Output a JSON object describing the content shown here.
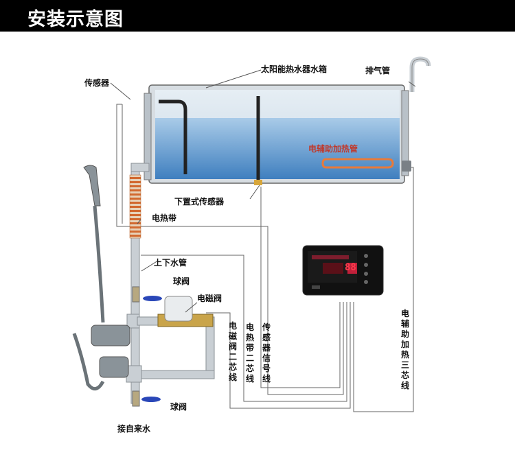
{
  "header": {
    "title": "安装示意图"
  },
  "labels": {
    "tank": "太阳能热水器水箱",
    "vent": "排气管",
    "sensor": "传感器",
    "aux_heater": "电辅助加热管",
    "bottom_sensor": "下置式传感器",
    "heat_tape": "电热带",
    "updown_pipe": "上下水管",
    "ball_valve_top": "球阀",
    "solenoid": "电磁阀",
    "ball_valve_bottom": "球阀",
    "inlet": "接自来水"
  },
  "wire_labels": {
    "solenoid_wire": "电磁阀二芯线",
    "heat_tape_wire": "电热带二芯线",
    "sensor_wire": "传感器信号线",
    "aux_heater_wire": "电辅助加热三芯线"
  },
  "controller": {
    "display": "88"
  },
  "colors": {
    "header_bg": "#000000",
    "water": "#6fa6d6",
    "pipe": "#c9cfd4",
    "heat_tape": "#d2692f",
    "valve_handle": "#2a47b8"
  }
}
